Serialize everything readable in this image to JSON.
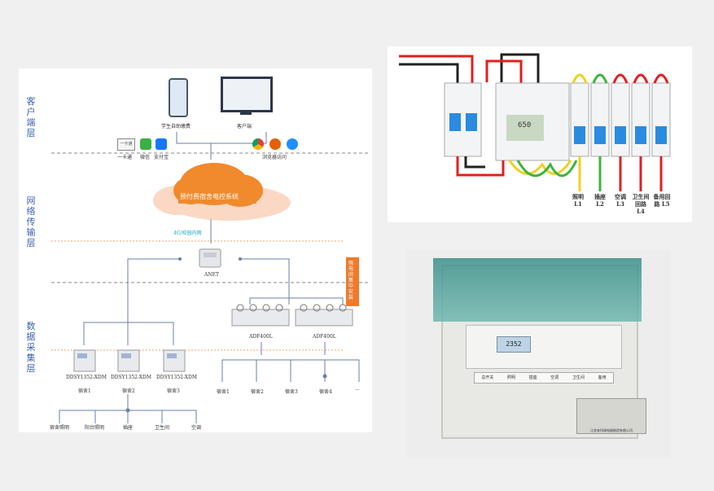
{
  "architecture": {
    "layers": {
      "client": "客户端层",
      "network": "网络传输层",
      "data": "数据采集层"
    },
    "client": {
      "student_self_pay": "学生自助缴费",
      "client_terminal": "客户端",
      "card": "一卡通",
      "card_badge": "一卡通",
      "wechat": "微信",
      "alipay": "支付宝",
      "browser_access": "浏览器访问"
    },
    "network": {
      "cloud_system": "预付费宿舍电控系统",
      "link": "4G/校园内网",
      "gateway": "ANET",
      "concentrate_box": "强电间集中安装"
    },
    "data": {
      "meters": [
        "DDSY1352-XDM",
        "DDSY1352-XDM",
        "DDSY1352-XDM"
      ],
      "meter_dorms": [
        "宿舍1",
        "宿舍2",
        "宿舍3"
      ],
      "adf": [
        "ADF400L",
        "ADF400L"
      ],
      "adf_dorms": [
        "宿舍1",
        "宿舍2",
        "宿舍3",
        "宿舍4",
        "···"
      ],
      "loads": [
        "宿舍照明",
        "阳台照明",
        "插座",
        "卫生间",
        "空调"
      ]
    }
  },
  "wiring": {
    "circuits": [
      {
        "name": "照明",
        "line": "L1"
      },
      {
        "name": "插座",
        "line": "L2"
      },
      {
        "name": "空调",
        "line": "L3"
      },
      {
        "name": "卫生间回路",
        "line": "L4"
      },
      {
        "name": "备用回路",
        "line": "L5"
      }
    ],
    "meter_reading": "650"
  },
  "photo": {
    "meter_reading": "2352",
    "labels": [
      "总开关",
      "照明",
      "插座",
      "空调",
      "卫生间",
      "备用"
    ],
    "nameplate": "江苏安科瑞电器制造有限公司"
  },
  "colors": {
    "accent_blue": "#3a64b0",
    "cloud_orange": "#f08a2c",
    "wire_red": "#e02020",
    "wire_green": "#3cb43c",
    "wire_yellow": "#f0d020"
  }
}
